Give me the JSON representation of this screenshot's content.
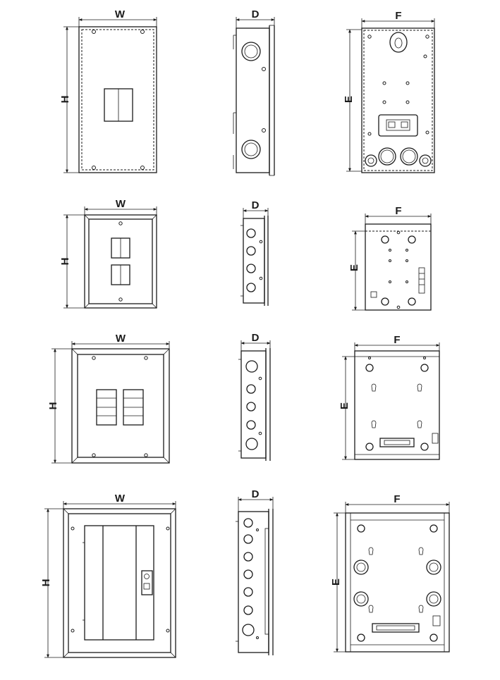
{
  "labels": {
    "width": "W",
    "height": "H",
    "depth": "D",
    "mount_width": "F",
    "mount_height": "E"
  },
  "rows": [
    {
      "id": "row-1",
      "W": "W",
      "H": "H",
      "D": "D",
      "F": "F",
      "E": "E"
    },
    {
      "id": "row-2",
      "W": "W",
      "H": "H",
      "D": "D",
      "F": "F",
      "E": "E"
    },
    {
      "id": "row-3",
      "W": "W",
      "H": "H",
      "D": "D",
      "F": "F",
      "E": "E"
    },
    {
      "id": "row-4",
      "W": "W",
      "H": "H",
      "D": "D",
      "F": "F",
      "E": "E"
    }
  ]
}
